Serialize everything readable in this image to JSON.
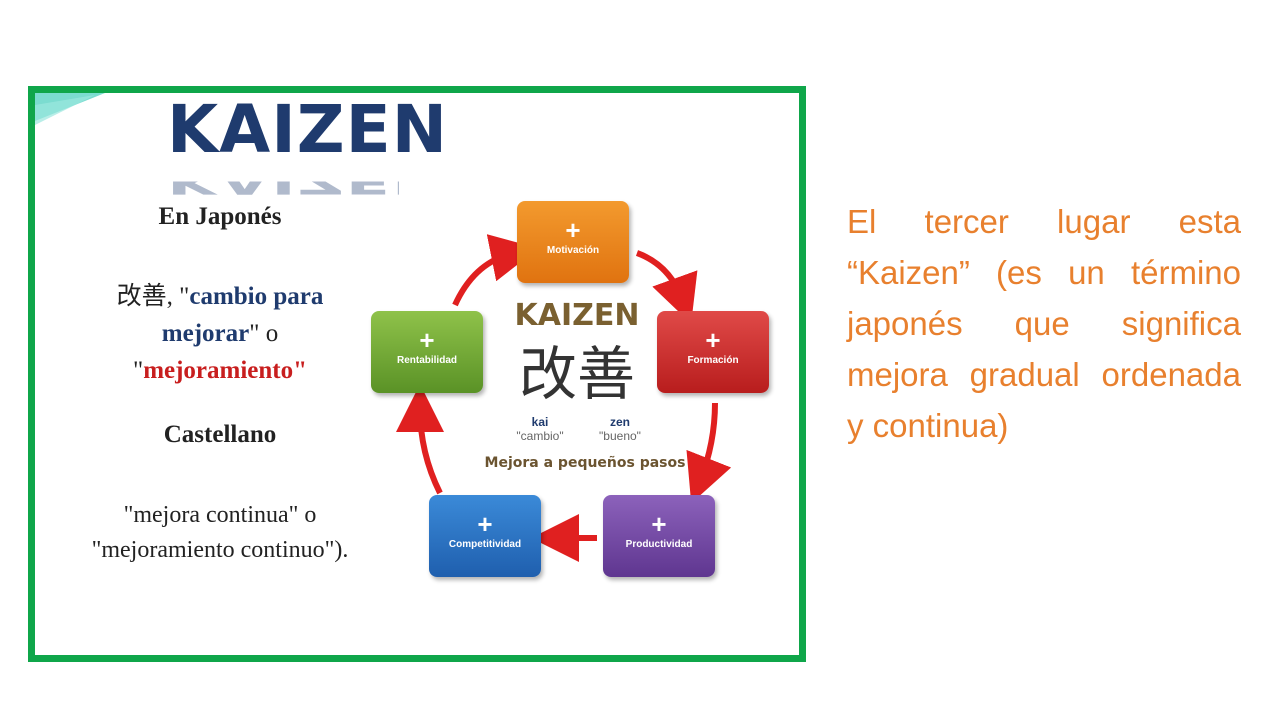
{
  "image": {
    "logo": "KAIZEN",
    "left": {
      "japanese_heading": "En Japonés",
      "kanji": "改善",
      "quote_open": ", \"",
      "blue_phrase": "cambio para mejorar",
      "connector": "\" o \"",
      "red_phrase": "mejoramiento",
      "quote_close": "\"",
      "castellano_heading": "Castellano",
      "castellano_text": "\"mejora continua\" o \"mejoramiento continuo\")."
    },
    "diagram": {
      "center_title": "KAIZEN",
      "center_kanji": "改善",
      "kai_word": "kai",
      "kai_meaning": "\"cambio\"",
      "zen_word": "zen",
      "zen_meaning": "\"bueno\"",
      "subtitle": "Mejora a pequeños pasos",
      "steps": [
        {
          "plus": "+",
          "label": "Motivación",
          "color": "#f0891f"
        },
        {
          "plus": "+",
          "label": "Formación",
          "color": "#cc2e2c"
        },
        {
          "plus": "+",
          "label": "Productividad",
          "color": "#7a4ca8"
        },
        {
          "plus": "+",
          "label": "Competitividad",
          "color": "#2b74c5"
        },
        {
          "plus": "+",
          "label": "Rentabilidad",
          "color": "#76ad36"
        }
      ],
      "arrow_color": "#e02020"
    },
    "frame_color": "#0fa64a"
  },
  "body_text": "El tercer lugar esta “Kaizen” (es un término japonés que significa mejora gradual ordenada y continua)",
  "text_color": "#e8802e"
}
